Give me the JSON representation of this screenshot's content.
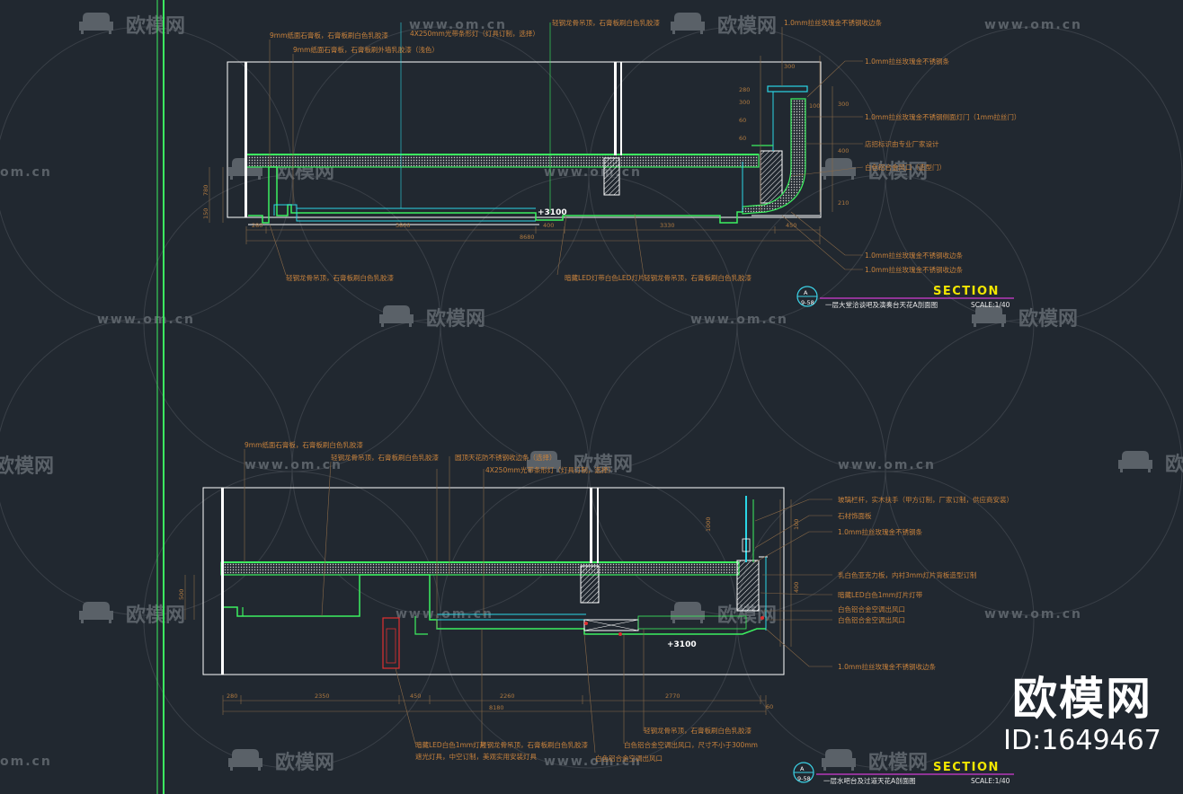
{
  "colors": {
    "background": "#212830",
    "frame": "#ffffff",
    "structure": "#3cf060",
    "cyan": "#2ad6e6",
    "annotation": "#c8823c",
    "dimension": "#b07a40",
    "section_word": "#f2e600",
    "marker": "#3cd2e6",
    "title_line": "#d23cd2",
    "watermark": "#5a6168"
  },
  "watermark": {
    "url": "www.om.cn",
    "url_short": "om.cn",
    "brand_cn": "欧模网",
    "logo_icon": "sofa-icon"
  },
  "stamp": {
    "brand_cn": "欧模网",
    "id_text": "ID:1649467"
  },
  "section_a": {
    "section_word": "SECTION",
    "marker_letter": "A",
    "marker_sheet": "9-58",
    "title": "一层大堂洽谈吧及演奏台天花A剖面图",
    "scale": "SCALE:1/40",
    "elevation": "+3100",
    "notes_top": [
      "9mm纸面石膏板，石膏板刷白色乳胶漆",
      "9mm纸面石膏板，石膏板刷外墙乳胶漆（浅色）",
      "4X250mm光带条形灯（灯具订制，选择）",
      "轻钢龙骨吊顶，石膏板刷白色乳胶漆",
      "1.0mm拉丝玫瑰金不锈钢收边条"
    ],
    "notes_right": [
      "1.0mm拉丝玫瑰金不锈钢条",
      "1.0mm拉丝玫瑰金不锈钢侧面灯门（1mm拉丝门）",
      "店招标识由专业厂家设计",
      "白色铝合金风口（造型门）",
      "1.0mm拉丝玫瑰金不锈钢收边条",
      "1.0mm拉丝玫瑰金不锈钢收边条"
    ],
    "notes_bottom": [
      "轻钢龙骨吊顶，石膏板刷白色乳胶漆",
      "暗藏LED灯带白色LED灯片",
      "轻钢龙骨吊顶，石膏板刷白色乳胶漆"
    ],
    "dims_bottom": [
      "280",
      "3800",
      "400",
      "3330",
      "450"
    ],
    "dim_total": "8680",
    "dims_left": [
      "780",
      "150"
    ],
    "dims_right": [
      "300",
      "280",
      "300",
      "300",
      "400",
      "210",
      "60",
      "60",
      "100"
    ]
  },
  "section_b": {
    "section_word": "SECTION",
    "marker_letter": "A",
    "marker_sheet": "9-58",
    "title": "一层水吧台及过道天花A剖面图",
    "scale": "SCALE:1/40",
    "elevation": "+3100",
    "notes_top": [
      "9mm纸面石膏板，石膏板刷白色乳胶漆",
      "轻钢龙骨吊顶，石膏板刷白色乳胶漆",
      "圆顶天花防不锈钢收边条（选择）",
      "4X250mm光带条形灯（灯具订制，选择）"
    ],
    "notes_right": [
      "玻璃栏杆，实木扶手（甲方订制，厂家订制，供应商安装）",
      "石材饰面板",
      "1.0mm拉丝玫瑰金不锈钢条",
      "乳白色亚克力板，内衬3mm灯片背板造型订制",
      "暗藏LED白色1mm灯片灯带",
      "白色铝合金空调出风口",
      "白色铝合金空调出风口",
      "1.0mm拉丝玫瑰金不锈钢收边条"
    ],
    "notes_bottom": [
      "暗藏LED白色1mm灯片",
      "遮光灯具，中空订制，美观实用安装灯具",
      "轻钢龙骨吊顶，石膏板刷白色乳胶漆",
      "轻钢龙骨吊顶，石膏板刷白色乳胶漆",
      "白色铝合金空调出风口，尺寸不小于300mm",
      "白色铝合金空调出风口"
    ],
    "dims_bottom": [
      "280",
      "2350",
      "450",
      "2260",
      "2770",
      "60"
    ],
    "dim_total": "8180",
    "dims_left": [
      "500"
    ],
    "dims_right": [
      "1000",
      "400",
      "100"
    ]
  }
}
